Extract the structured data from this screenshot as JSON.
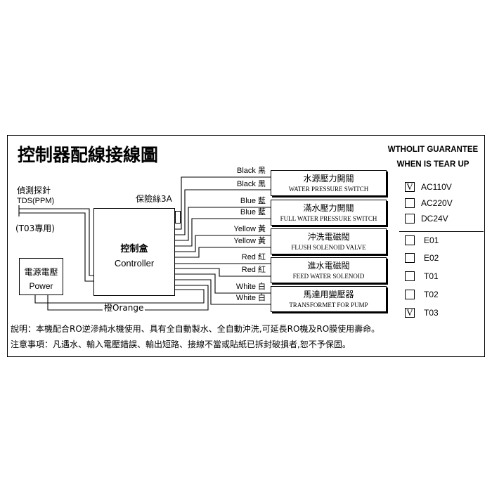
{
  "title": "控制器配線接線圖",
  "guarantee": {
    "line1": "WTHOLIT GUARANTEE",
    "line2": "WHEN IS TEAR UP"
  },
  "tds_probe": {
    "name": "偵測探針",
    "model": "TDS(PPM)",
    "note": "(T03專用)"
  },
  "power": {
    "name_zh": "電源電壓",
    "name_en": "Power"
  },
  "power_wire_label": "橙Orange",
  "fuse_label": "保險絲3A",
  "controller": {
    "name_zh": "控制盒",
    "name_en": "Controller"
  },
  "components": [
    {
      "zh": "水源壓力開關",
      "en": "WATER PRESSURE SWITCH",
      "wires": [
        "Black 黑",
        "Black 黑"
      ]
    },
    {
      "zh": "滿水壓力開關",
      "en": "FULL WATER PRESSURE SWITCH",
      "wires": [
        "Blue 藍",
        "Blue 藍"
      ]
    },
    {
      "zh": "沖洗電磁閥",
      "en": "FLUSH SOLENOID VALVE",
      "wires": [
        "Yellow 黃",
        "Yellow 黃"
      ]
    },
    {
      "zh": "進水電磁閥",
      "en": "FEED WATER SOLENOID",
      "wires": [
        "Red 紅",
        "Red 紅"
      ]
    },
    {
      "zh": "馬達用變壓器",
      "en": "TRANSFORMET FOR PUMP",
      "wires": [
        "White 白",
        "White 白"
      ]
    }
  ],
  "check_glyph": "V",
  "voltage_options": [
    {
      "label": "AC110V",
      "checked": true
    },
    {
      "label": "AC220V",
      "checked": false
    },
    {
      "label": "DC24V",
      "checked": false
    }
  ],
  "model_options": [
    {
      "label": "E01",
      "checked": false
    },
    {
      "label": "E02",
      "checked": false
    },
    {
      "label": "T01",
      "checked": false
    },
    {
      "label": "T02",
      "checked": false
    },
    {
      "label": "T03",
      "checked": true
    }
  ],
  "notes": {
    "description": "說明：本機配合RO逆滲純水機使用、具有全自動製水、全自動沖洗,可延長RO機及RO膜使用壽命。",
    "warning": "注意事項：凡遇水、輸入電壓錯誤、輸出短路、接線不當或貼紙已拆封破損者,恕不予保固。"
  }
}
